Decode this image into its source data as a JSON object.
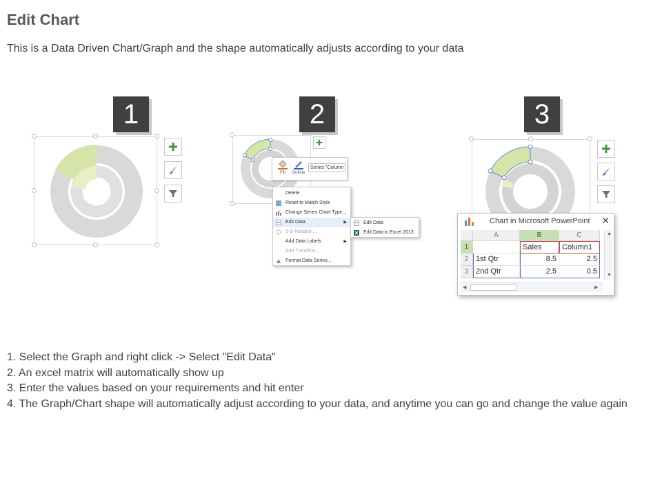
{
  "header": {
    "title": "Edit Chart",
    "subtitle": "This is a Data Driven Chart/Graph and the shape automatically adjusts according to your data"
  },
  "steps": [
    {
      "badge": "1"
    },
    {
      "badge": "2"
    },
    {
      "badge": "3"
    }
  ],
  "colors": {
    "accent_green": "#d7e4a8",
    "ring_gray": "#d9d9d9",
    "badge_bg": "#404040",
    "excel_green": "#217346"
  },
  "chart_panel": {
    "buttons": [
      "plus-icon",
      "brush-icon",
      "filter-icon"
    ]
  },
  "mini_toolbar": {
    "fill_label": "Fill",
    "outline_label": "Outline",
    "series_select": "Series \"Column"
  },
  "context_menu": {
    "items": [
      {
        "label": "Delete"
      },
      {
        "label": "Reset to Match Style"
      },
      {
        "label": "Change Series Chart Type..."
      },
      {
        "label": "Edit Data"
      },
      {
        "label": "3-D Rotation..."
      },
      {
        "label": "Add Data Labels"
      },
      {
        "label": "Add Trendline..."
      },
      {
        "label": "Format Data Series..."
      }
    ],
    "submenu": [
      {
        "label": "Edit Data"
      },
      {
        "label": "Edit Data in Excel 2013"
      }
    ]
  },
  "excel": {
    "title": "Chart in Microsoft PowerPoint",
    "close": "✕",
    "columns": [
      "A",
      "B",
      "C"
    ],
    "rows": [
      {
        "num": "1",
        "cells": [
          "",
          "Sales",
          "Column1"
        ]
      },
      {
        "num": "2",
        "cells": [
          "1st Qtr",
          "8.5",
          "2.5"
        ]
      },
      {
        "num": "3",
        "cells": [
          "2nd Qtr",
          "2.5",
          "0.5"
        ]
      }
    ]
  },
  "instructions": [
    "1. Select the Graph and right click -> Select \"Edit Data\"",
    "2. An excel matrix will automatically show up",
    "3. Enter the values based on your requirements and hit enter",
    "4. The Graph/Chart shape will automatically adjust according to your data, and anytime you can go and change the value again"
  ]
}
